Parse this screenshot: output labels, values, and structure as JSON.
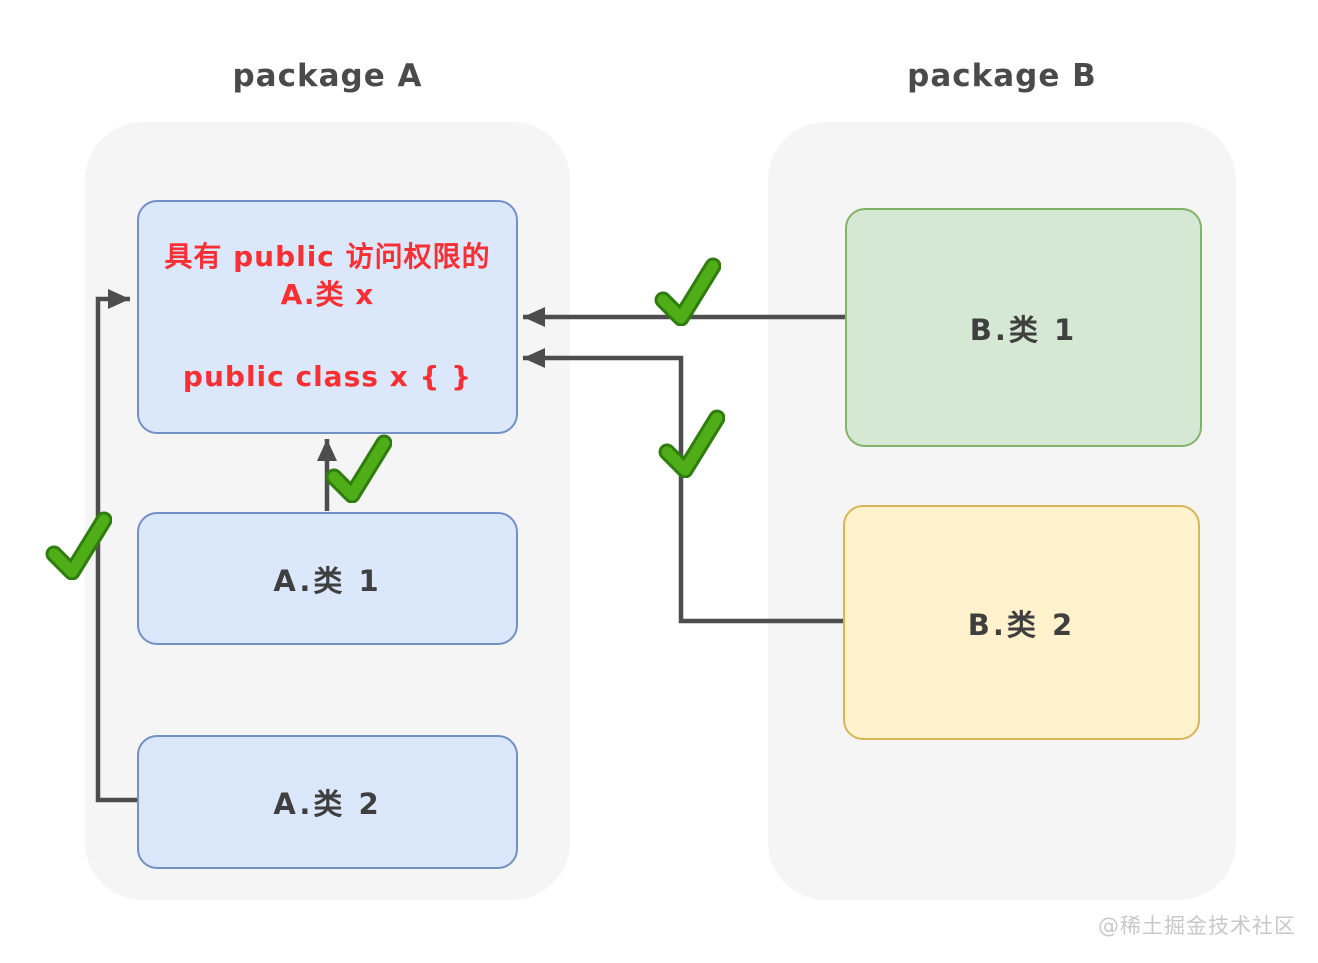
{
  "titles": {
    "package_a": "package A",
    "package_b": "package B"
  },
  "nodes": {
    "public_class_x": {
      "line1": "具有 public 访问权限的",
      "line2": "A.类 x",
      "line3": "public class x { }"
    },
    "class_a1": {
      "label": "A.类 1"
    },
    "class_a2": {
      "label": "A.类 2"
    },
    "class_b1": {
      "label": "B.类 1"
    },
    "class_b2": {
      "label": "B.类 2"
    }
  },
  "icons": {
    "checkmark": "allowed-access-checkmark-icon"
  },
  "watermark": "@稀土掘金技术社区",
  "colors": {
    "red_text": "#f92f33",
    "node_blue_fill": "#dbe7fb",
    "node_blue_border": "#7190c3",
    "node_green_fill": "#d5e8d4",
    "node_green_border": "#82b366",
    "node_yellow_fill": "#fff2cc",
    "node_yellow_border": "#d6b656",
    "arrow": "#4d4d4d",
    "check_green": "#4fae17",
    "check_green_dark": "#2f7d0e",
    "container_bg": "#f5f5f6"
  }
}
